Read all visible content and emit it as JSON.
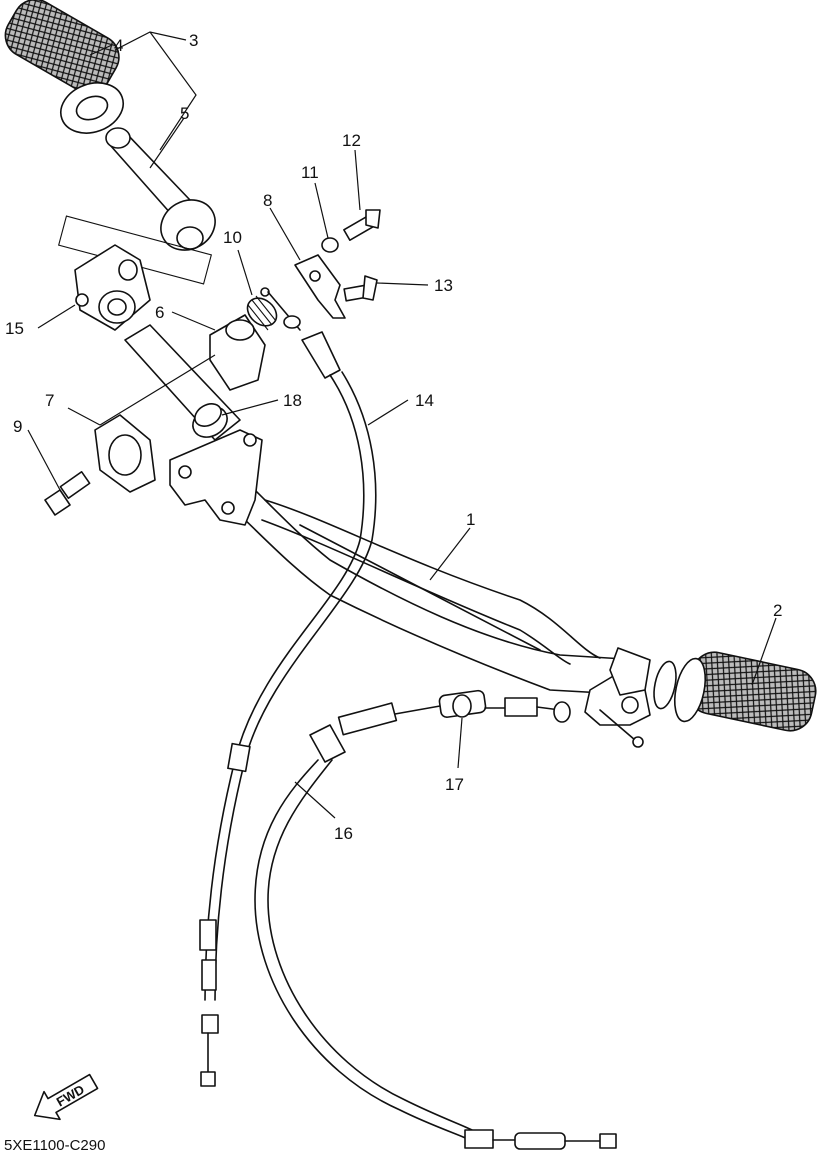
{
  "callouts": {
    "c1": "1",
    "c2": "2",
    "c3": "3",
    "c4": "4",
    "c5": "5",
    "c6": "6",
    "c7": "7",
    "c8": "8",
    "c9": "9",
    "c10": "10",
    "c11": "11",
    "c12": "12",
    "c13": "13",
    "c14": "14",
    "c15": "15",
    "c16": "16",
    "c17": "17",
    "c18": "18"
  },
  "fwd_label": "FWD",
  "diagram_code": "5XE1100-C290"
}
